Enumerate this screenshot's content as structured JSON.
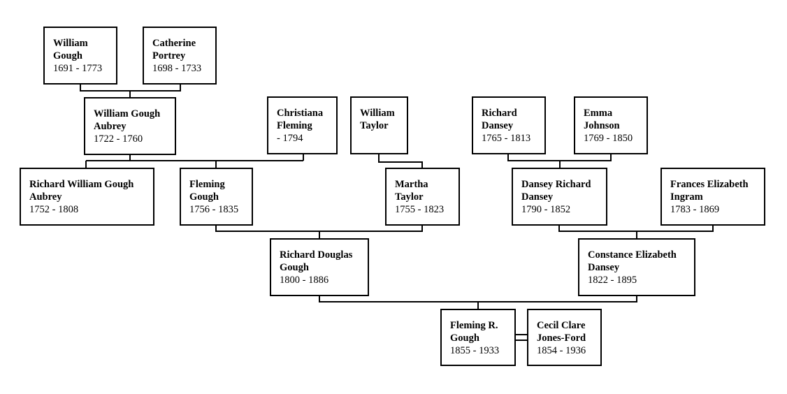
{
  "people": {
    "william_gough": {
      "name_lines": [
        "William",
        "Gough"
      ],
      "dates": "1691 - 1773"
    },
    "catherine_portrey": {
      "name_lines": [
        "Catherine",
        "Portrey"
      ],
      "dates": "1698 - 1733"
    },
    "william_gough_aubrey": {
      "name_lines": [
        "William Gough",
        "Aubrey"
      ],
      "dates": "1722 - 1760"
    },
    "christiana_fleming": {
      "name_lines": [
        "Christiana",
        "Fleming"
      ],
      "dates": "- 1794"
    },
    "william_taylor": {
      "name_lines": [
        "William",
        "Taylor"
      ],
      "dates": ""
    },
    "richard_dansey": {
      "name_lines": [
        "Richard",
        "Dansey"
      ],
      "dates": "1765 - 1813"
    },
    "emma_johnson": {
      "name_lines": [
        "Emma",
        "Johnson"
      ],
      "dates": "1769 - 1850"
    },
    "richard_william_gough_aubrey": {
      "name_lines": [
        "Richard William Gough",
        "Aubrey"
      ],
      "dates": "1752 - 1808"
    },
    "fleming_gough": {
      "name_lines": [
        "Fleming",
        "Gough"
      ],
      "dates": "1756 - 1835"
    },
    "martha_taylor": {
      "name_lines": [
        "Martha",
        "Taylor"
      ],
      "dates": "1755 - 1823"
    },
    "dansey_richard_dansey": {
      "name_lines": [
        "Dansey Richard",
        "Dansey"
      ],
      "dates": "1790 - 1852"
    },
    "frances_elizabeth_ingram": {
      "name_lines": [
        "Frances Elizabeth",
        "Ingram"
      ],
      "dates": "1783 - 1869"
    },
    "richard_douglas_gough": {
      "name_lines": [
        "Richard Douglas",
        "Gough"
      ],
      "dates": "1800 - 1886"
    },
    "constance_elizabeth_dansey": {
      "name_lines": [
        "Constance Elizabeth",
        "Dansey"
      ],
      "dates": "1822 - 1895"
    },
    "fleming_r_gough": {
      "name_lines": [
        "Fleming R.",
        "Gough"
      ],
      "dates": "1855 - 1933"
    },
    "cecil_clare_jones_ford": {
      "name_lines": [
        "Cecil Clare",
        "Jones-Ford"
      ],
      "dates": "1854 - 1936"
    }
  },
  "style": {
    "line_color": "#000000",
    "box_border_color": "#000000",
    "background": "#ffffff"
  }
}
